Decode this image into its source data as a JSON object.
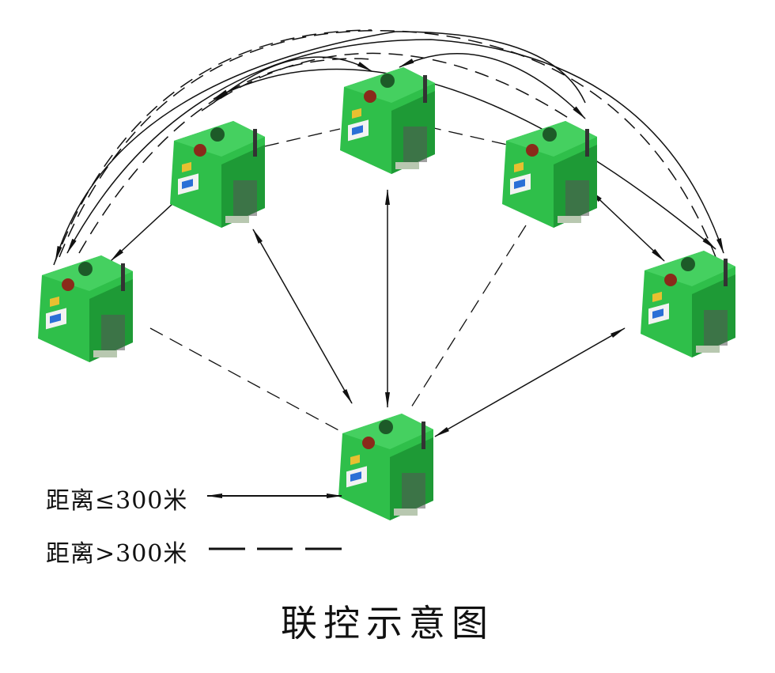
{
  "title": "联控示意图",
  "legend": [
    {
      "label": "距离≤300米",
      "style": "solid-double-arrow"
    },
    {
      "label": "距离>300米",
      "style": "dashed"
    }
  ],
  "devices": [
    "top",
    "upper-left",
    "upper-right",
    "left",
    "right",
    "bottom"
  ],
  "colors": {
    "device": "#2fbf4a",
    "device_dark": "#1e8f33",
    "line": "#111111"
  }
}
